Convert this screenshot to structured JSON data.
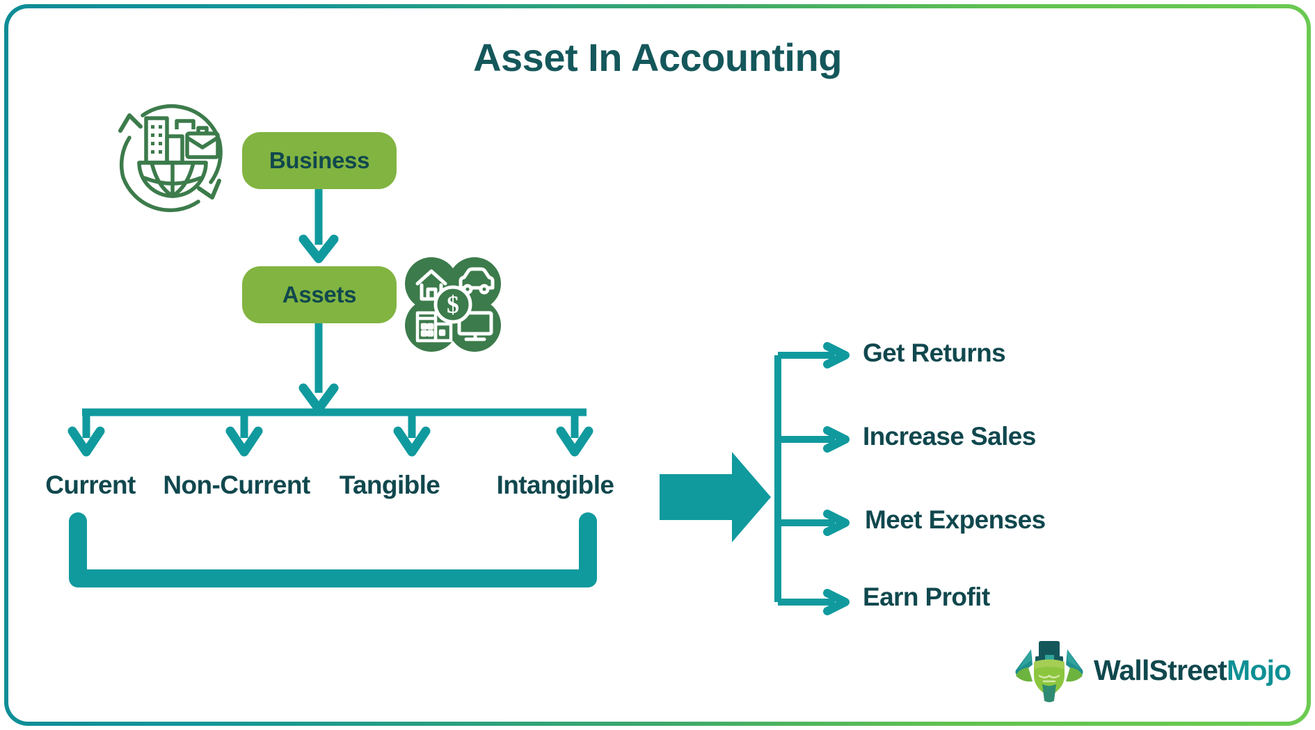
{
  "page": {
    "title": "Asset In Accounting",
    "border_gradient_from": "#0E8C96",
    "border_gradient_to": "#6CCB52",
    "background": "#ffffff"
  },
  "colors": {
    "teal_dark": "#10484E",
    "teal": "#0E9094",
    "teal_arrow": "#109A9E",
    "green_box": "#82B441",
    "green_icon": "#3C7B4B",
    "white": "#ffffff"
  },
  "flow": {
    "nodes": [
      {
        "id": "business",
        "label": "Business"
      },
      {
        "id": "assets",
        "label": "Assets"
      }
    ],
    "icons": [
      {
        "name": "business-globe-icon",
        "alt": "globe with city buildings and briefcase inside circular arrows"
      },
      {
        "name": "assets-cluster-icon",
        "alt": "house, car, building and monitor circles with dollar coin"
      }
    ],
    "categories": [
      {
        "label": "Current"
      },
      {
        "label": "Non-Current"
      },
      {
        "label": "Tangible"
      },
      {
        "label": "Intangible"
      }
    ],
    "outcomes": [
      {
        "label": "Get Returns"
      },
      {
        "label": "Increase Sales"
      },
      {
        "label": "Meet Expenses"
      },
      {
        "label": "Earn Profit"
      }
    ]
  },
  "logo": {
    "text_primary": "WallStreet",
    "text_accent": "Mojo",
    "mark": "bull-with-top-hat-icon"
  }
}
